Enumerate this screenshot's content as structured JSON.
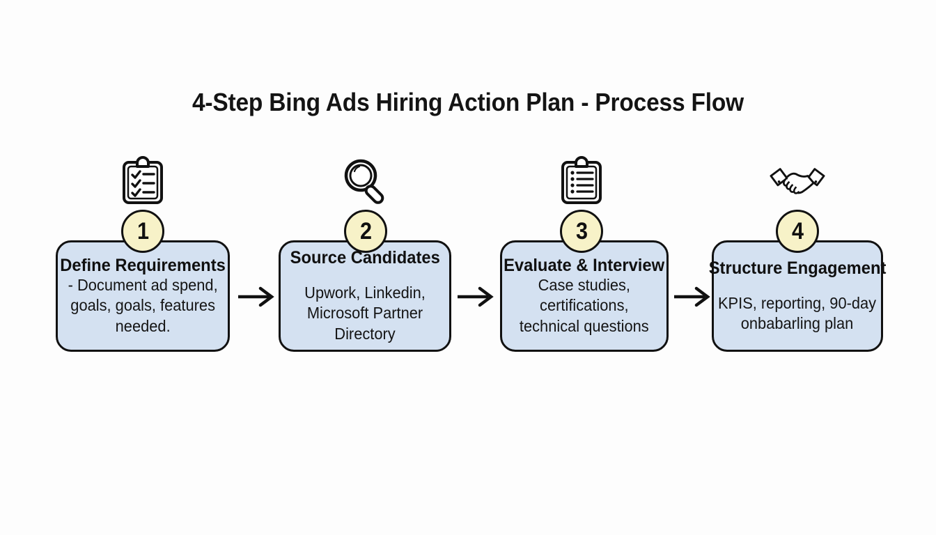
{
  "title": "4-Step Bing Ads Hiring Action Plan - Process Flow",
  "colors": {
    "background": "#fdfdfd",
    "box_fill": "#d4e1f1",
    "box_stroke": "#111111",
    "badge_fill": "#f7f2c8",
    "text": "#101010",
    "arrow": "#111111"
  },
  "steps": [
    {
      "number": "1",
      "icon": "clipboard-check-icon",
      "title": "Define Requirements",
      "description": "- Document ad spend,\ngoals, goals, features\nneeded.",
      "spaced": false
    },
    {
      "number": "2",
      "icon": "magnifier-icon",
      "title": "Source Candidates",
      "description": "Upwork, Linkedin,\nMicrosoft Partner Directory",
      "spaced": true
    },
    {
      "number": "3",
      "icon": "clipboard-list-icon",
      "title": "Evaluate & Interview",
      "description": "Case studies,\ncertifications,\ntechnical questions",
      "spaced": false
    },
    {
      "number": "4",
      "icon": "handshake-icon",
      "title": "Structure Engagement",
      "description": "KPIS, reporting, 90-day\nonbabarling plan",
      "spaced": true
    }
  ],
  "arrows": [
    {
      "name": "arrow-step1-to-step2",
      "glyph": "arrow-right-icon"
    },
    {
      "name": "arrow-step2-to-step3",
      "glyph": "arrow-right-icon"
    },
    {
      "name": "arrow-step3-to-step4",
      "glyph": "arrow-right-icon"
    }
  ]
}
